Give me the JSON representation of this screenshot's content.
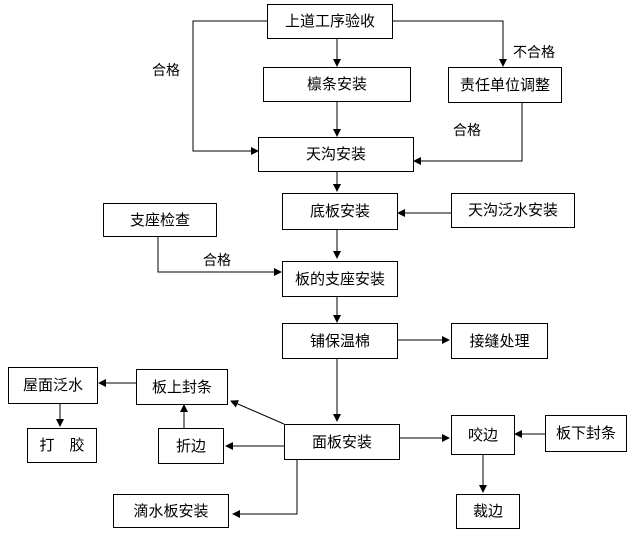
{
  "nodes": {
    "upstream_acceptance": "上道工序验收",
    "purlin_install": "檩条安装",
    "responsible_adjust": "责任单位调整",
    "gutter_install": "天沟安装",
    "bottom_plate_install": "底板安装",
    "gutter_flashing_install": "天沟泛水安装",
    "support_inspection": "支座检查",
    "plate_support_install": "板的支座安装",
    "insulation_wool": "铺保温棉",
    "seam_treatment": "接缝处理",
    "roof_flashing": "屋面泛水",
    "plate_top_strip": "板上封条",
    "glue": "打　胶",
    "fold_edge": "折边",
    "panel_install": "面板安装",
    "seam_lock": "咬边",
    "plate_bottom_strip": "板下封条",
    "drip_plate_install": "滴水板安装",
    "trim_edge": "裁边"
  },
  "edge_labels": {
    "pass_left": "合格",
    "fail": "不合格",
    "pass_right": "合格",
    "pass_support": "合格"
  }
}
